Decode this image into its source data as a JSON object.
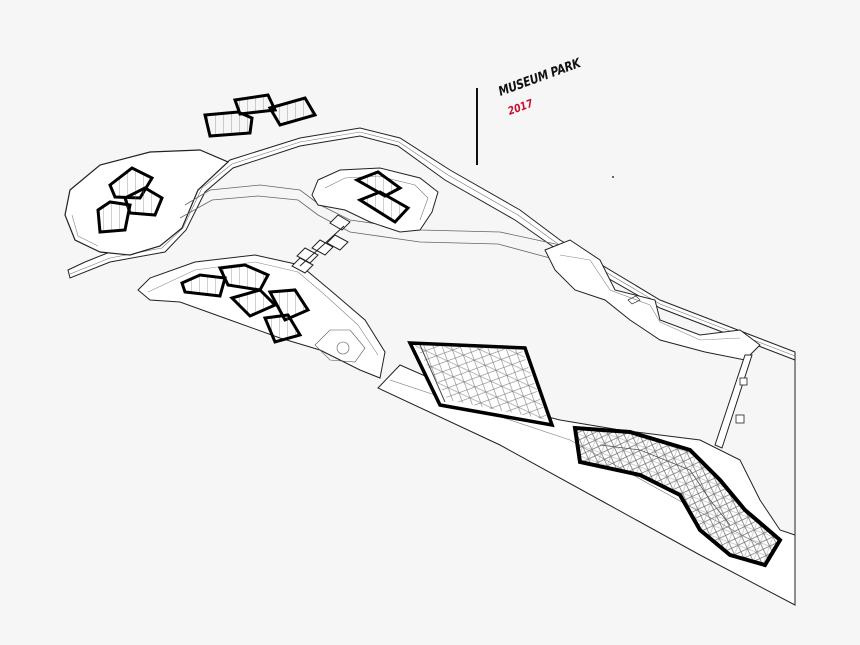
{
  "title": "MUSEUM PARK",
  "year": "2017",
  "colors": {
    "background": "#f6f6f6",
    "ground": "#ffffff",
    "line": "#111111",
    "thin_line": "#555555",
    "accent_year": "#c8102e"
  },
  "elements": {
    "flag_pole": "title-flag-pole",
    "buildings": [
      "north-pavilion-cluster",
      "west-pavilion-cluster",
      "island-pavilion-cluster",
      "south-pavilion-cluster",
      "glass-gallery-building",
      "curved-arcade-building"
    ],
    "paths": [
      "outer-promenade",
      "stepping-stone-bridge",
      "east-footbridge"
    ]
  }
}
